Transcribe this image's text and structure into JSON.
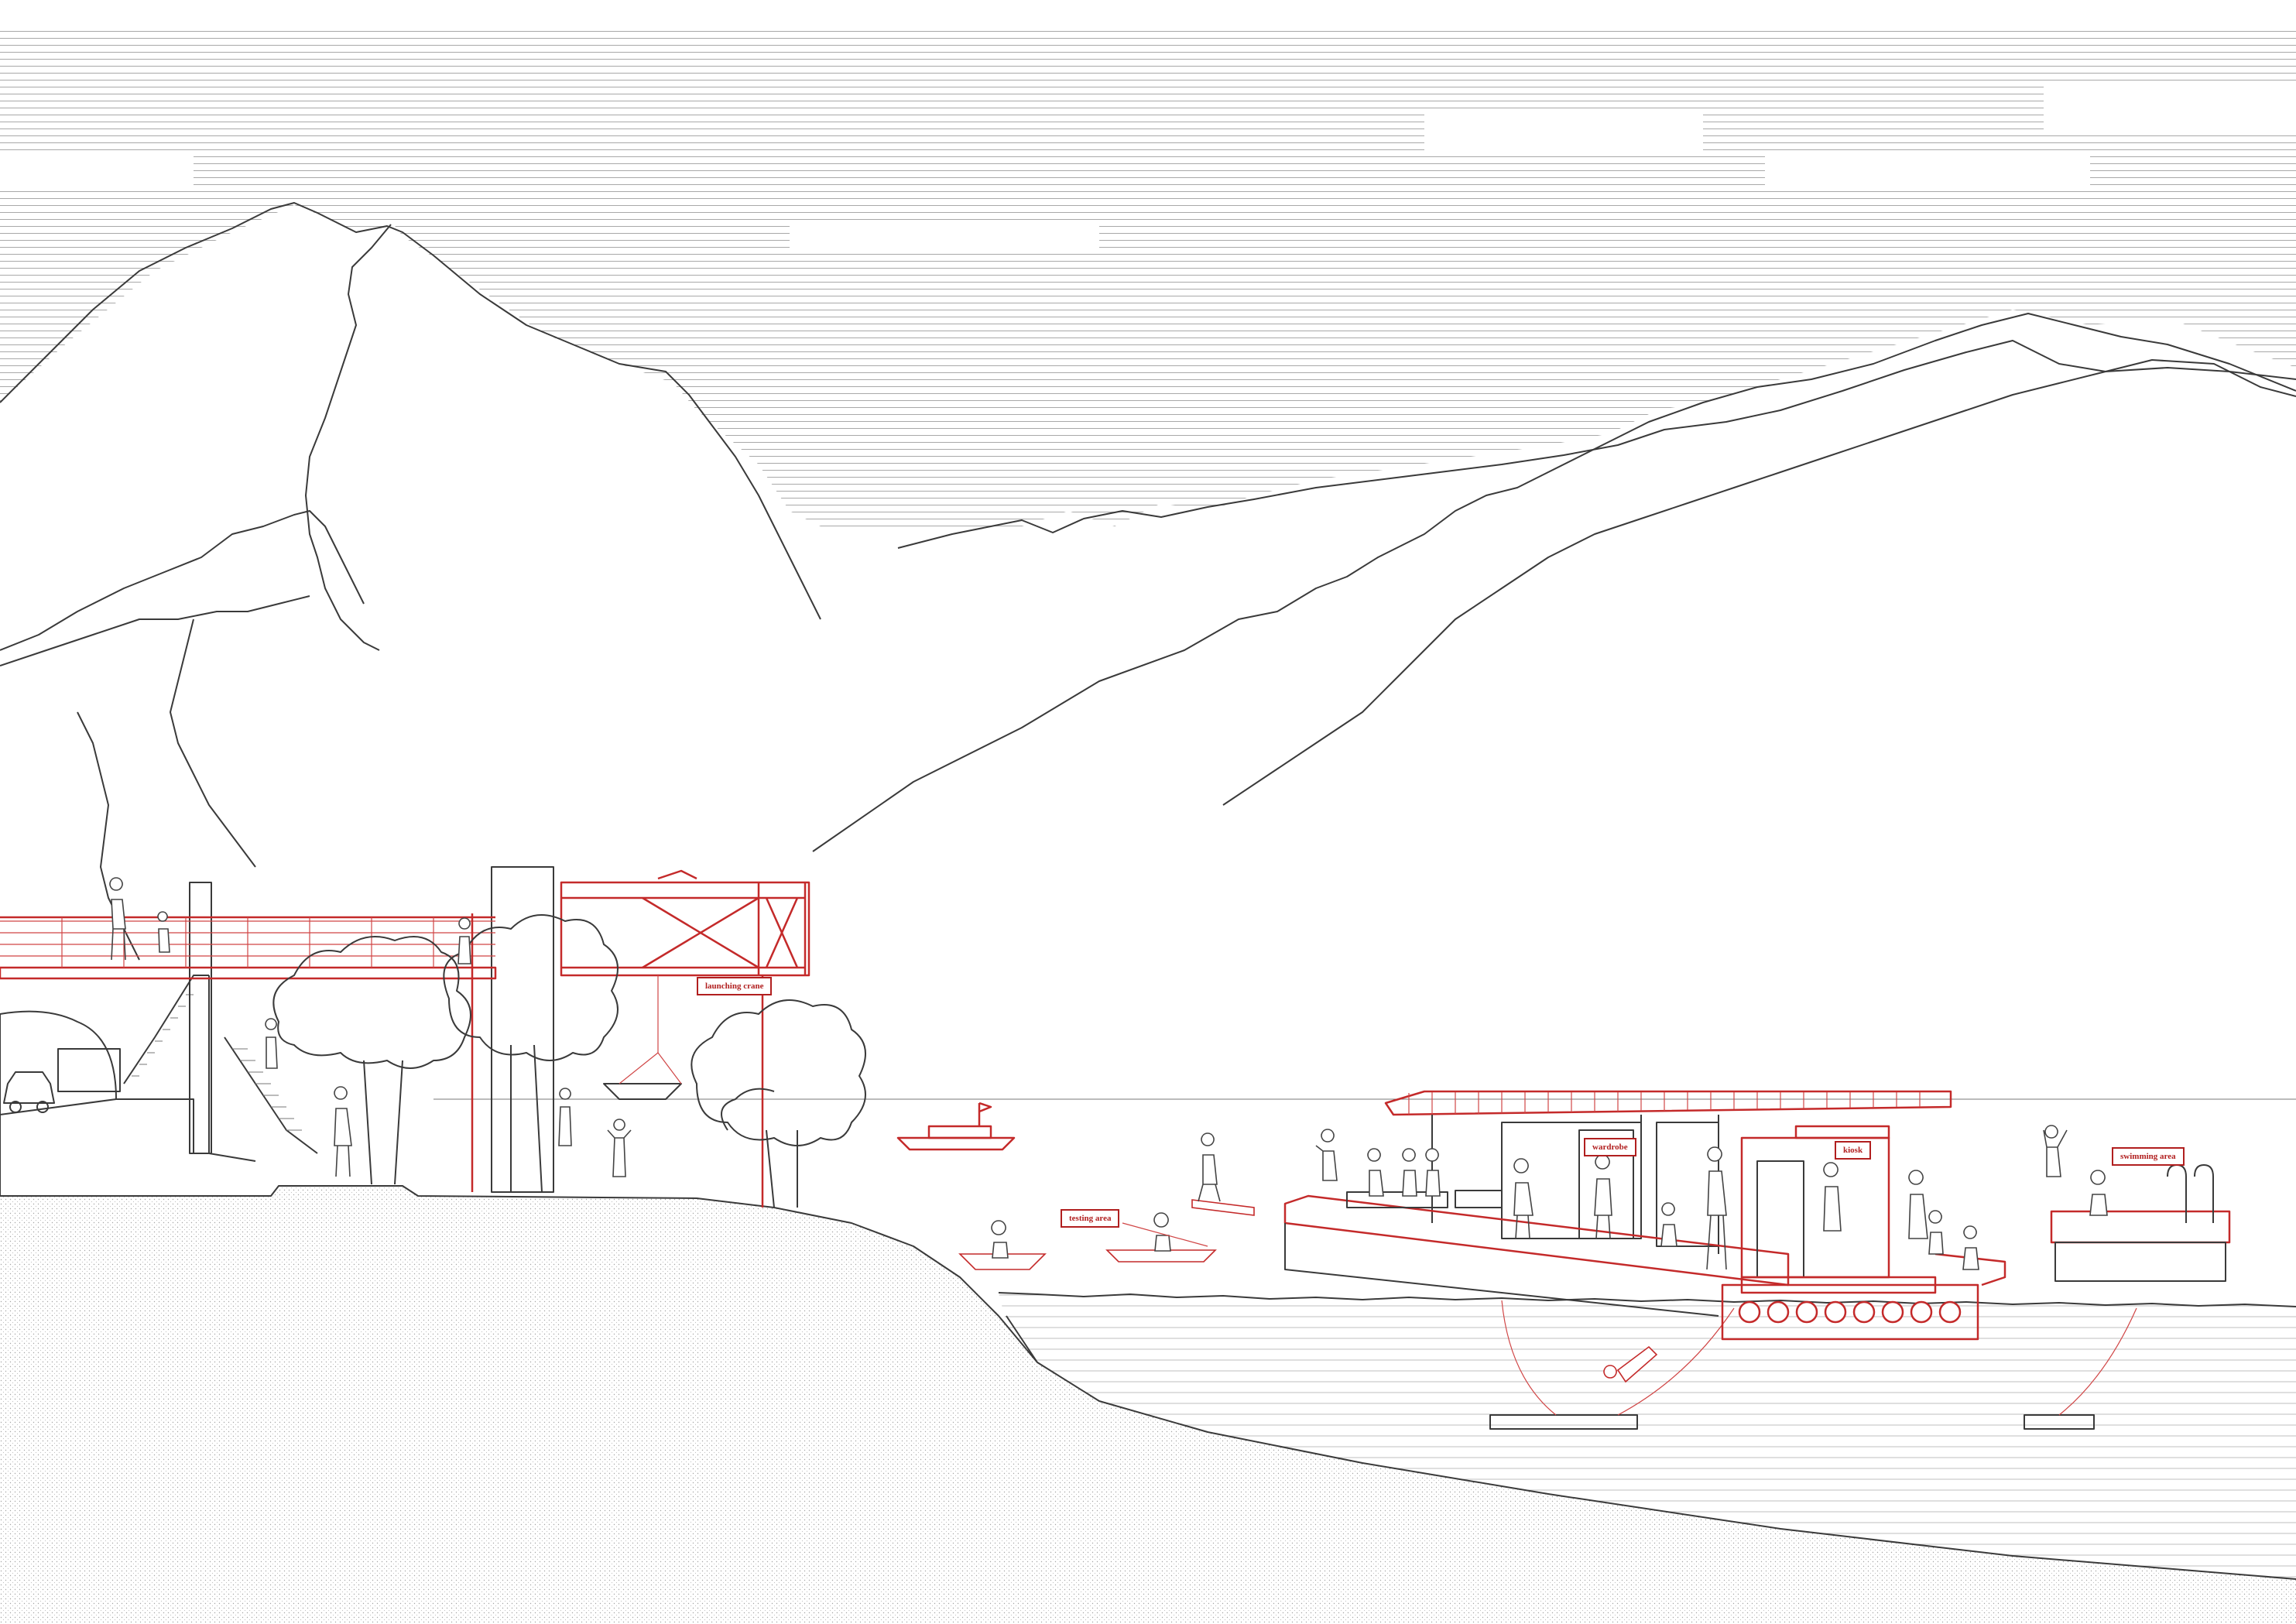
{
  "labels": {
    "launching_crane": "launching crane",
    "wardrobe": "wardrobe",
    "kiosk": "kiosk",
    "testing_area": "testing area",
    "swimming_area": "swimming area"
  },
  "colors": {
    "ink": "#3a3a3a",
    "accent_red": "#c42a2a",
    "paper": "#ffffff",
    "hatch": "#8a8a8a"
  }
}
